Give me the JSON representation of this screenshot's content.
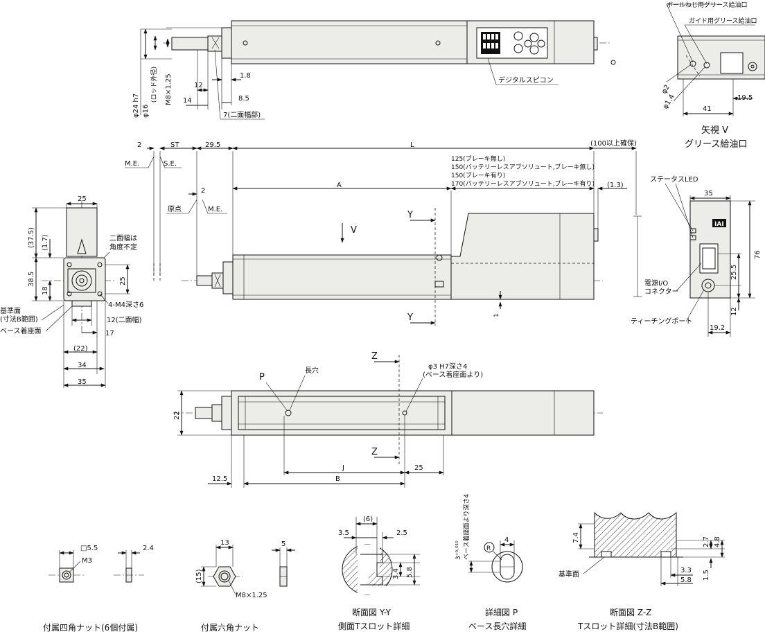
{
  "callouts": {
    "ball_screw_grease": "ボールねじ用グリース給油口",
    "guide_grease": "ガイド用グリース給油口",
    "digital_speed_controller": "デジタルスピコン",
    "status_led": "ステータスLED",
    "power_io_connector_1": "電源I/O",
    "power_io_connector_2": "コネクター",
    "teaching_port": "ティーチングポート",
    "origin": "原点",
    "me": "M.E.",
    "se": "S.E.",
    "width_across_flats_1": "二面幅は",
    "width_across_flats_2": "角度不定",
    "tapped_holes": "4-M4深さ6",
    "reference_surface_1": "基準面",
    "reference_surface_2": "(寸法B範囲)",
    "base_mount_surface": "ベース着座面",
    "long_hole": "長穴",
    "pin_hole_1": "φ3 H7深さ4",
    "pin_hole_2": "(ベース着座面より)",
    "reference_surface": "基準面",
    "logo": "IAI",
    "v_arrow": "V"
  },
  "views": {
    "view_v_title": "矢視 V",
    "view_v_subtitle": "グリース給油口",
    "yy_title": "断面図 Y-Y",
    "yy_subtitle": "側面Tスロット詳細",
    "p_title": "詳細図 P",
    "p_subtitle": "ベース長穴詳細",
    "zz_title": "断面図 Z-Z",
    "zz_subtitle": "Tスロット詳細(寸法B範囲)",
    "square_nut_title": "付属四角ナット(6個付属)",
    "hex_nut_title": "付属六角ナット"
  },
  "section_marks": {
    "y": "Y",
    "z": "Z",
    "p": "P"
  },
  "dims": {
    "top_rod_dia": "φ24 h7",
    "top_rod_outer": "φ16",
    "top_rod_outer_note": "(ロッド外径)",
    "top_thread": "M8×1.25",
    "top_12": "12",
    "top_14": "14",
    "top_1_8": "1.8",
    "top_8_5": "8.5",
    "top_flats": "7(二面幅部)",
    "d2": "2",
    "st": "ST",
    "d29_5": "29.5",
    "l": "L",
    "clearance": "(100以上確保)",
    "a": "A",
    "a_notes": [
      "125(ブレーキ無し)",
      "150(バッテリーレスアブソリュート,ブレーキ無し)",
      "150(ブレーキ有り)",
      "170(バッテリーレスアブソリュート,ブレーキ有り)"
    ],
    "d1_3": "(1.3)",
    "origin_2": "2",
    "d1": "1",
    "end_25": "25",
    "end_37_5": "(37.5)",
    "end_1_7": "(1.7)",
    "end_38_5": "38.5",
    "end_18": "18",
    "end_25v": "25",
    "end_12_flats": "12(二面幅)",
    "end_17": "17",
    "end_22": "(22)",
    "end_34": "34",
    "end_35": "35",
    "v_phi2": "φ2",
    "v_phi1_4": "φ1.4",
    "v_19_5": "19.5",
    "v_41": "41",
    "r_35": "35",
    "r_76": "76",
    "r_25_5": "25.5",
    "r_12": "12",
    "r_19_2": "19.2",
    "b_22": "22",
    "b_j": "J",
    "b_25": "25",
    "b_12_5": "12.5",
    "b_b": "B",
    "sq_size": "□5.5",
    "sq_m3": "M3",
    "sq_2_4": "2.4",
    "hex_13": "13",
    "hex_5": "5",
    "hex_15": "(15)",
    "hex_thread": "M8×1.25",
    "yy_6": "(6)",
    "yy_3_5": "3.5",
    "yy_2_5": "2.5",
    "yy_3_4": "3.4",
    "yy_5_8": "5.8",
    "p_depth_note": "ベース着座面より深さ4",
    "p_tol": "3⁺⁰·⁰¹⁰",
    "p_4": "4",
    "p_r": "R",
    "zz_7_4": "7.4",
    "zz_2_7": "2.7",
    "zz_4_8": "4.8",
    "zz_3_3": "3.3",
    "zz_5_8": "5.8",
    "zz_1_5": "1.5"
  }
}
